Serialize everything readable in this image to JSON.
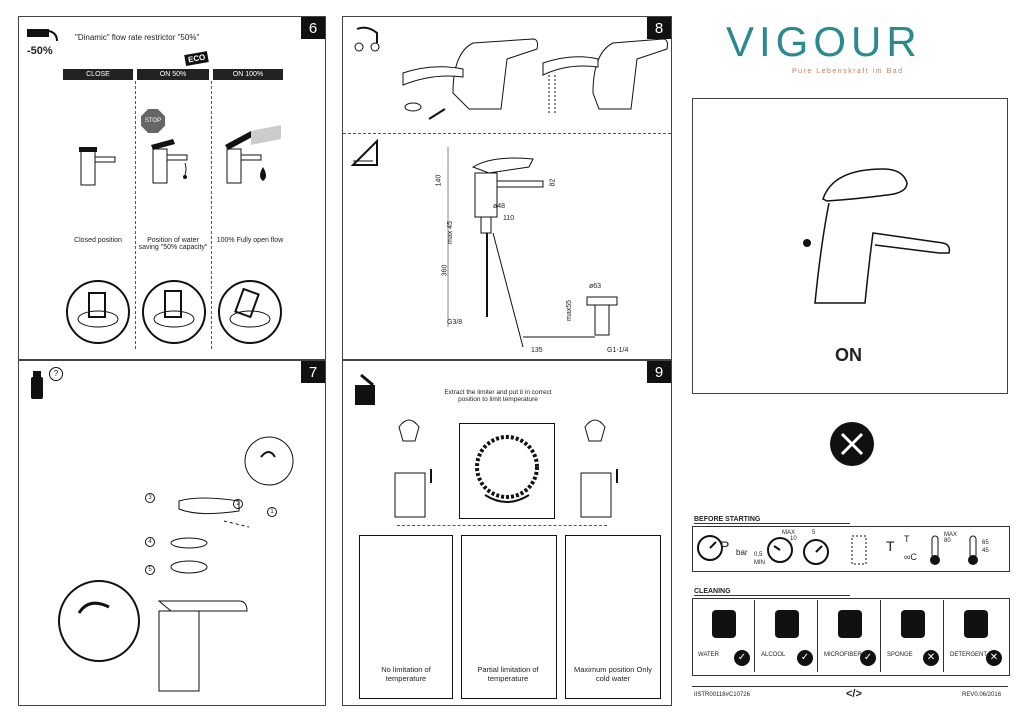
{
  "brand": {
    "name": "VIGOUR",
    "tagline": "Pure Lebenskraft im Bad",
    "color": "#2a8a8f"
  },
  "panel6": {
    "number": "6",
    "badge": "-50%",
    "title": "\"Dinamic\" flow rate restrictor \"50%\"",
    "tabs": [
      "CLOSE",
      "ON 50%",
      "ON 100%"
    ],
    "eco": "ECO",
    "stop": "STOP",
    "captions": [
      "Closed position",
      "Position of water saving \"50% capacity\"",
      "100% Fully open flow"
    ]
  },
  "panel7": {
    "number": "7",
    "help": "?",
    "steps": [
      "1",
      "2",
      "3",
      "4",
      "5"
    ]
  },
  "panel8": {
    "number": "8",
    "dims": {
      "d140": "140",
      "d48": "ø48",
      "d82": "82",
      "d110": "110",
      "dmax45": "max 45",
      "d360": "360",
      "d63": "ø63",
      "dmax55": "max55",
      "dg38": "G3/8",
      "d135": "135",
      "dg114": "G1-1/4"
    }
  },
  "panel9": {
    "number": "9",
    "instruction": "Extract the limiter and put it in correct position to limit temperature",
    "captions": [
      "No limitation of temperature",
      "Partial limitation of temperature",
      "Maximum position Only cold water"
    ]
  },
  "product": {
    "label": "ON"
  },
  "before_starting": {
    "title": "BEFORE STARTING",
    "p": "P",
    "bar": "bar",
    "min_val": "0,5",
    "min": "MIN",
    "max": "MAX",
    "max_val": "10",
    "five": "5",
    "t": "T",
    "c": "∞C",
    "max80": "MAX 80",
    "t65": "65",
    "t45": "45"
  },
  "cleaning": {
    "title": "CLEANING",
    "items": [
      {
        "label": "WATER",
        "ok": true
      },
      {
        "label": "ALCOOL",
        "ok": true
      },
      {
        "label": "MICROFIBER",
        "ok": true
      },
      {
        "label": "SPONGE",
        "ok": false
      },
      {
        "label": "DETERGENT",
        "ok": false
      }
    ]
  },
  "footer": {
    "code": "IISTR00118#C10726",
    "rev": "REV0.06/2016",
    "symbol": "</>"
  }
}
